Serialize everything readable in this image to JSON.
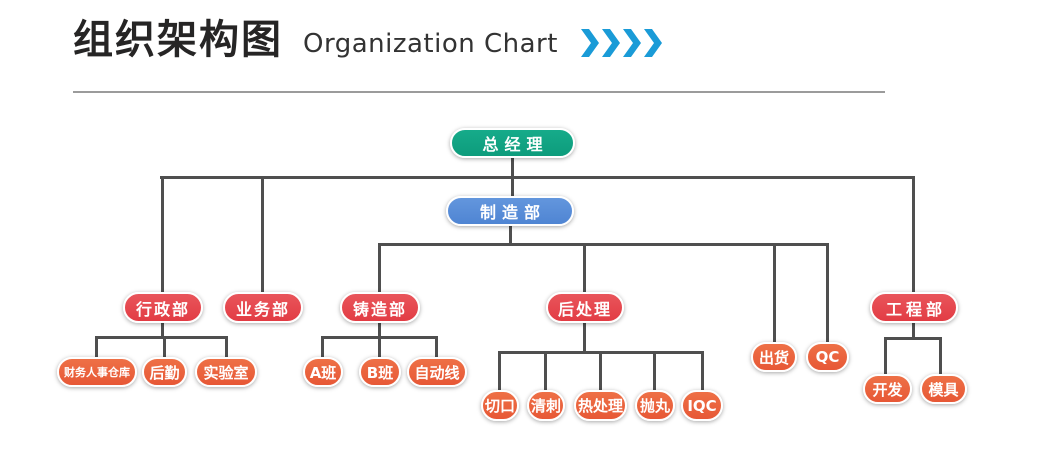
{
  "title": {
    "main": "组织架构图",
    "sub": "Organization Chart"
  },
  "colors": {
    "level1_green": "#0fa383",
    "level2_blue": "#5a8ed8",
    "level3_red": "#e4424a",
    "level4_orange": "#ea6340",
    "connector_gray": "#4f4f4f",
    "chevron_blue": "#1a9bd7",
    "divider_gray": "#9b9b9b"
  },
  "nodes": {
    "ceo": {
      "label": "总经理"
    },
    "mfg": {
      "label": "制造部"
    },
    "admin": {
      "label": "行政部"
    },
    "sales": {
      "label": "业务部"
    },
    "casting": {
      "label": "铸造部"
    },
    "post": {
      "label": "后处理"
    },
    "eng": {
      "label": "工程部"
    },
    "ship": {
      "label": "出货"
    },
    "qc": {
      "label": "QC"
    },
    "finance": {
      "label": "财务人事仓库"
    },
    "logistics": {
      "label": "后勤"
    },
    "lab": {
      "label": "实验室"
    },
    "classA": {
      "label": "A班"
    },
    "classB": {
      "label": "B班"
    },
    "autoline": {
      "label": "自动线"
    },
    "cut": {
      "label": "切口"
    },
    "deburr": {
      "label": "清刺"
    },
    "heat": {
      "label": "热处理"
    },
    "shot": {
      "label": "抛丸"
    },
    "iqc": {
      "label": "IQC"
    },
    "dev": {
      "label": "开发"
    },
    "mold": {
      "label": "模具"
    }
  },
  "hierarchy": {
    "label": "总经理",
    "children": [
      {
        "label": "行政部",
        "children": [
          {
            "label": "财务人事仓库"
          },
          {
            "label": "后勤"
          },
          {
            "label": "实验室"
          }
        ]
      },
      {
        "label": "业务部"
      },
      {
        "label": "制造部",
        "children": [
          {
            "label": "铸造部",
            "children": [
              {
                "label": "A班"
              },
              {
                "label": "B班"
              },
              {
                "label": "自动线"
              }
            ]
          },
          {
            "label": "后处理",
            "children": [
              {
                "label": "切口"
              },
              {
                "label": "清刺"
              },
              {
                "label": "热处理"
              },
              {
                "label": "抛丸"
              },
              {
                "label": "IQC"
              }
            ]
          },
          {
            "label": "出货"
          },
          {
            "label": "QC"
          }
        ]
      },
      {
        "label": "工程部",
        "children": [
          {
            "label": "开发"
          },
          {
            "label": "模具"
          }
        ]
      }
    ]
  }
}
